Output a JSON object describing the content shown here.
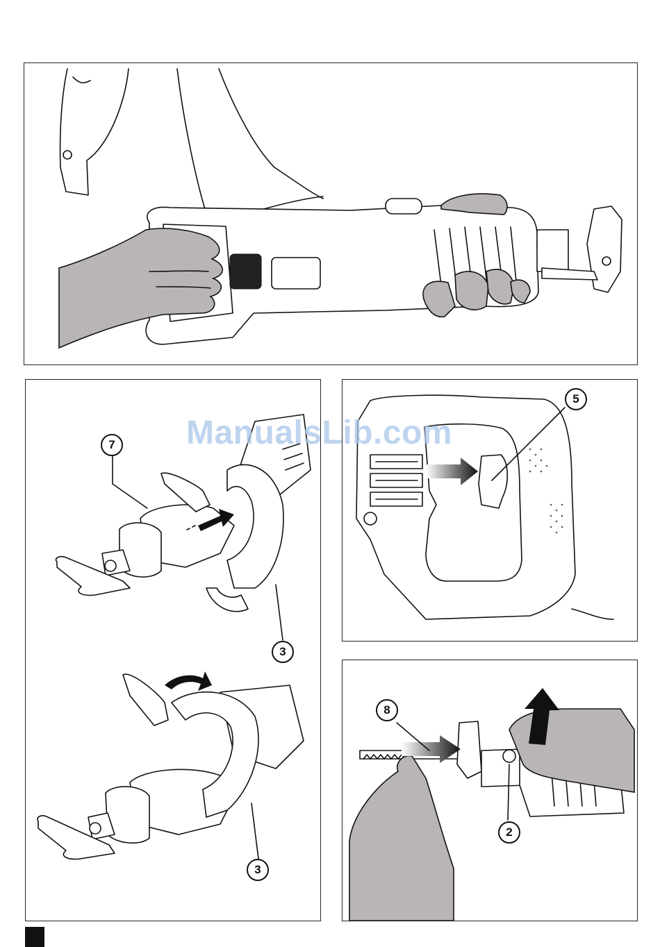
{
  "watermark": "ManualsLib.com",
  "figures": {
    "top": {
      "description_callouts": []
    },
    "attach_handle": {
      "callouts": [
        "7",
        "3",
        "3"
      ]
    },
    "switch_detail": {
      "callouts": [
        "5"
      ]
    },
    "blade_insert": {
      "callouts": [
        "8",
        "2"
      ]
    }
  },
  "colors": {
    "skin": "#b9b4b7",
    "arrow": "#111111",
    "watermark": "#a9c6ea"
  }
}
